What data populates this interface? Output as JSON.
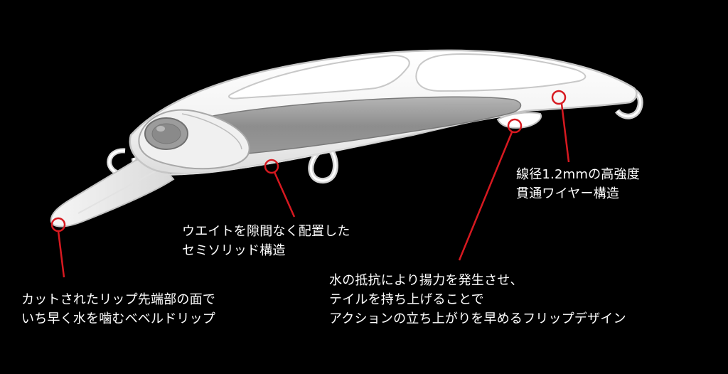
{
  "colors": {
    "background": "#000000",
    "text": "#ffffff",
    "callout_line": "#d71920",
    "lure_body": "#f4f4f4",
    "lure_outline": "#c8c8c8",
    "weight_core": "#8a8a8a"
  },
  "callouts": {
    "lip": {
      "lines": [
        "カットされたリップ先端部の面で",
        "いち早く水を噛むベベルドリップ"
      ]
    },
    "weight": {
      "lines": [
        "ウエイトを隙間なく配置した",
        "セミソリッド構造"
      ]
    },
    "wire": {
      "lines": [
        "線径1.2mmの高強度",
        "貫通ワイヤー構造"
      ]
    },
    "flip": {
      "lines": [
        "水の抵抗により揚力を発生させ、",
        "テイルを持ち上げることで",
        "アクションの立ち上がりを早めるフリップデザイン"
      ]
    }
  }
}
